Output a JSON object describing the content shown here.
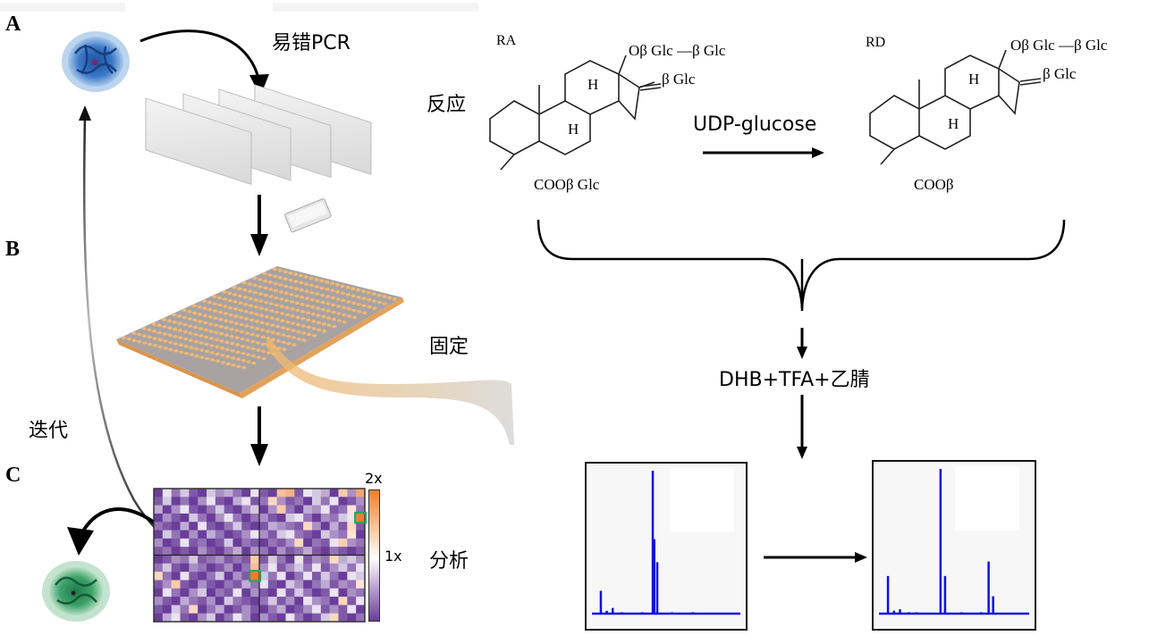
{
  "panels": {
    "a": {
      "letter": "A",
      "step_label": "易错PCR",
      "reaction_label": "反应"
    },
    "b": {
      "letter": "B",
      "step_label": "固定"
    },
    "c": {
      "letter": "C",
      "step_label": "分析"
    },
    "iterate_label": "迭代"
  },
  "reaction": {
    "substrate": {
      "name": "RA",
      "top_substituent": "Oβ Glc —β Glc",
      "top_branch": "β Glc",
      "bottom_substituent": "COOβ Glc",
      "h_label": "H"
    },
    "product": {
      "name": "RD",
      "top_substituent": "Oβ Glc —β Glc",
      "top_branch": "β Glc",
      "bottom_substituent": "COOβ",
      "h_label": "H"
    },
    "reagent": "UDP-glucose"
  },
  "matrix_label": "DHB+TFA+乙腈",
  "heatmap": {
    "colorbar_max": "2x",
    "colorbar_mid": "1x",
    "colors": {
      "low": "#6a3d9a",
      "mid": "#ffffff",
      "high": "#f07f2e",
      "hit_outline": "#2ca25f"
    }
  },
  "chart_data": [
    {
      "type": "heatmap",
      "title": "",
      "rows": 16,
      "cols": 24,
      "scale": {
        "min": "low",
        "mid": "1x",
        "max": "2x"
      },
      "highlighted_cells": [
        {
          "row": 3,
          "col": 23
        },
        {
          "row": 10,
          "col": 11
        }
      ],
      "values": [
        [
          0.3,
          0.9,
          0.5,
          0.8,
          0.4,
          0.3,
          0.8,
          0.6,
          0.7,
          0.5,
          0.3,
          0.9,
          0.4,
          0.3,
          1.5,
          1.6,
          0.4,
          0.9,
          0.8,
          0.7,
          0.3,
          1.4,
          0.6,
          1.7
        ],
        [
          0.4,
          0.8,
          0.3,
          0.5,
          0.3,
          0.6,
          0.9,
          0.4,
          0.3,
          0.7,
          0.9,
          0.4,
          0.5,
          1.3,
          0.6,
          0.4,
          0.5,
          0.3,
          0.8,
          0.5,
          0.9,
          0.3,
          0.4,
          0.6
        ],
        [
          0.7,
          0.3,
          0.6,
          0.9,
          0.4,
          0.3,
          0.5,
          0.8,
          0.4,
          0.3,
          0.6,
          0.8,
          0.3,
          0.6,
          1.4,
          0.5,
          0.3,
          0.7,
          0.6,
          0.9,
          0.4,
          0.5,
          1.2,
          0.5
        ],
        [
          0.3,
          0.6,
          0.4,
          0.3,
          0.8,
          0.5,
          0.3,
          0.6,
          0.9,
          0.5,
          0.3,
          0.5,
          0.6,
          0.4,
          0.3,
          0.8,
          0.9,
          0.5,
          0.3,
          0.6,
          0.5,
          0.8,
          0.9,
          2.0
        ],
        [
          0.5,
          0.4,
          0.3,
          0.7,
          0.3,
          0.9,
          0.4,
          0.3,
          0.5,
          0.8,
          0.4,
          0.3,
          0.4,
          0.7,
          0.6,
          0.5,
          0.4,
          1.3,
          0.6,
          0.3,
          0.7,
          0.4,
          1.3,
          0.4
        ],
        [
          0.3,
          0.8,
          0.5,
          0.3,
          0.6,
          0.3,
          0.7,
          0.5,
          0.3,
          0.4,
          0.6,
          0.9,
          0.6,
          0.4,
          0.8,
          0.9,
          0.5,
          0.4,
          0.3,
          0.8,
          0.6,
          0.5,
          1.2,
          0.3
        ],
        [
          0.6,
          0.3,
          0.4,
          0.9,
          0.4,
          0.5,
          0.3,
          0.4,
          0.8,
          0.3,
          0.5,
          0.4,
          0.3,
          0.5,
          0.4,
          0.6,
          1.3,
          0.3,
          0.5,
          0.4,
          0.9,
          1.4,
          0.6,
          0.5
        ],
        [
          0.4,
          0.5,
          0.3,
          0.4,
          0.3,
          0.6,
          0.4,
          0.3,
          0.5,
          0.7,
          0.3,
          0.6,
          0.5,
          0.3,
          0.6,
          0.4,
          0.5,
          0.7,
          0.4,
          0.3,
          0.5,
          0.4,
          0.3,
          0.4
        ],
        [
          0.3,
          0.4,
          0.6,
          0.5,
          0.8,
          0.4,
          0.5,
          0.6,
          0.4,
          0.5,
          0.4,
          1.4,
          0.4,
          0.8,
          0.5,
          0.3,
          0.9,
          0.4,
          0.6,
          0.5,
          1.3,
          0.7,
          0.8,
          0.6
        ],
        [
          0.5,
          0.8,
          0.4,
          0.3,
          0.6,
          0.5,
          0.3,
          0.4,
          0.6,
          0.3,
          0.5,
          1.5,
          0.6,
          0.9,
          0.4,
          0.6,
          0.8,
          0.5,
          0.9,
          0.4,
          0.6,
          0.8,
          0.5,
          0.9
        ],
        [
          1.3,
          0.5,
          0.3,
          0.9,
          0.4,
          0.3,
          0.5,
          0.8,
          0.3,
          0.6,
          0.4,
          2.0,
          0.8,
          0.5,
          0.9,
          0.3,
          0.5,
          0.9,
          0.4,
          0.8,
          0.5,
          0.3,
          0.9,
          0.8
        ],
        [
          0.4,
          0.6,
          1.4,
          0.4,
          0.3,
          0.6,
          0.4,
          0.3,
          0.5,
          0.4,
          0.7,
          0.5,
          0.9,
          0.4,
          0.3,
          0.8,
          0.6,
          0.3,
          0.5,
          0.7,
          0.4,
          0.6,
          0.5,
          1.2
        ],
        [
          0.3,
          0.9,
          0.5,
          0.3,
          0.6,
          0.8,
          0.3,
          0.5,
          0.4,
          0.9,
          0.3,
          0.6,
          0.4,
          0.3,
          0.9,
          0.4,
          0.8,
          0.5,
          0.3,
          0.4,
          0.9,
          0.3,
          0.6,
          0.5
        ],
        [
          0.6,
          0.4,
          0.3,
          0.7,
          0.5,
          0.4,
          0.6,
          0.3,
          0.8,
          0.5,
          0.4,
          0.3,
          0.5,
          0.8,
          0.4,
          0.6,
          0.3,
          0.9,
          0.6,
          0.5,
          0.3,
          1.3,
          0.4,
          0.9
        ],
        [
          0.4,
          0.3,
          0.8,
          0.5,
          1.3,
          0.3,
          0.5,
          0.7,
          0.3,
          0.4,
          0.6,
          0.4,
          0.3,
          0.5,
          0.7,
          0.3,
          0.4,
          0.6,
          0.9,
          0.4,
          0.6,
          0.4,
          0.9,
          0.3
        ],
        [
          0.3,
          0.7,
          0.9,
          0.4,
          0.3,
          0.6,
          0.8,
          0.3,
          0.5,
          0.9,
          0.6,
          0.3,
          0.6,
          0.4,
          0.3,
          0.9,
          0.5,
          0.3,
          0.4,
          0.8,
          1.3,
          0.4,
          0.3,
          0.5
        ]
      ]
    },
    {
      "type": "line",
      "title": "mass spectrum (before)",
      "xlabel": "",
      "ylabel": "",
      "x_range": [
        0,
        100
      ],
      "y_range": [
        0,
        100
      ],
      "peaks": [
        {
          "x": 6,
          "y": 16
        },
        {
          "x": 10,
          "y": 2
        },
        {
          "x": 14,
          "y": 4
        },
        {
          "x": 20,
          "y": 1
        },
        {
          "x": 34,
          "y": 1
        },
        {
          "x": 41,
          "y": 100
        },
        {
          "x": 42,
          "y": 52
        },
        {
          "x": 44,
          "y": 36
        },
        {
          "x": 54,
          "y": 1
        },
        {
          "x": 68,
          "y": 1
        }
      ]
    },
    {
      "type": "line",
      "title": "mass spectrum (after)",
      "xlabel": "",
      "ylabel": "",
      "x_range": [
        0,
        100
      ],
      "y_range": [
        0,
        100
      ],
      "peaks": [
        {
          "x": 6,
          "y": 26
        },
        {
          "x": 10,
          "y": 2
        },
        {
          "x": 14,
          "y": 3
        },
        {
          "x": 20,
          "y": 1
        },
        {
          "x": 25,
          "y": 1
        },
        {
          "x": 41,
          "y": 100
        },
        {
          "x": 44,
          "y": 26
        },
        {
          "x": 55,
          "y": 1
        },
        {
          "x": 68,
          "y": 1
        },
        {
          "x": 73,
          "y": 36
        },
        {
          "x": 76,
          "y": 12
        }
      ]
    }
  ]
}
